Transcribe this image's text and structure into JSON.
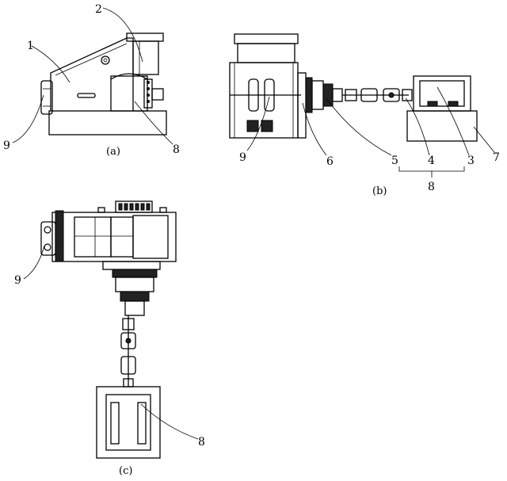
{
  "panels": {
    "a": {
      "caption": "(a)",
      "callouts": [
        "1",
        "2",
        "8",
        "9"
      ]
    },
    "b": {
      "caption": "(b)",
      "callouts": [
        "9",
        "6",
        "5",
        "4",
        "3",
        "7",
        "8"
      ]
    },
    "c": {
      "caption": "(c)",
      "callouts": [
        "9",
        "8"
      ]
    }
  }
}
